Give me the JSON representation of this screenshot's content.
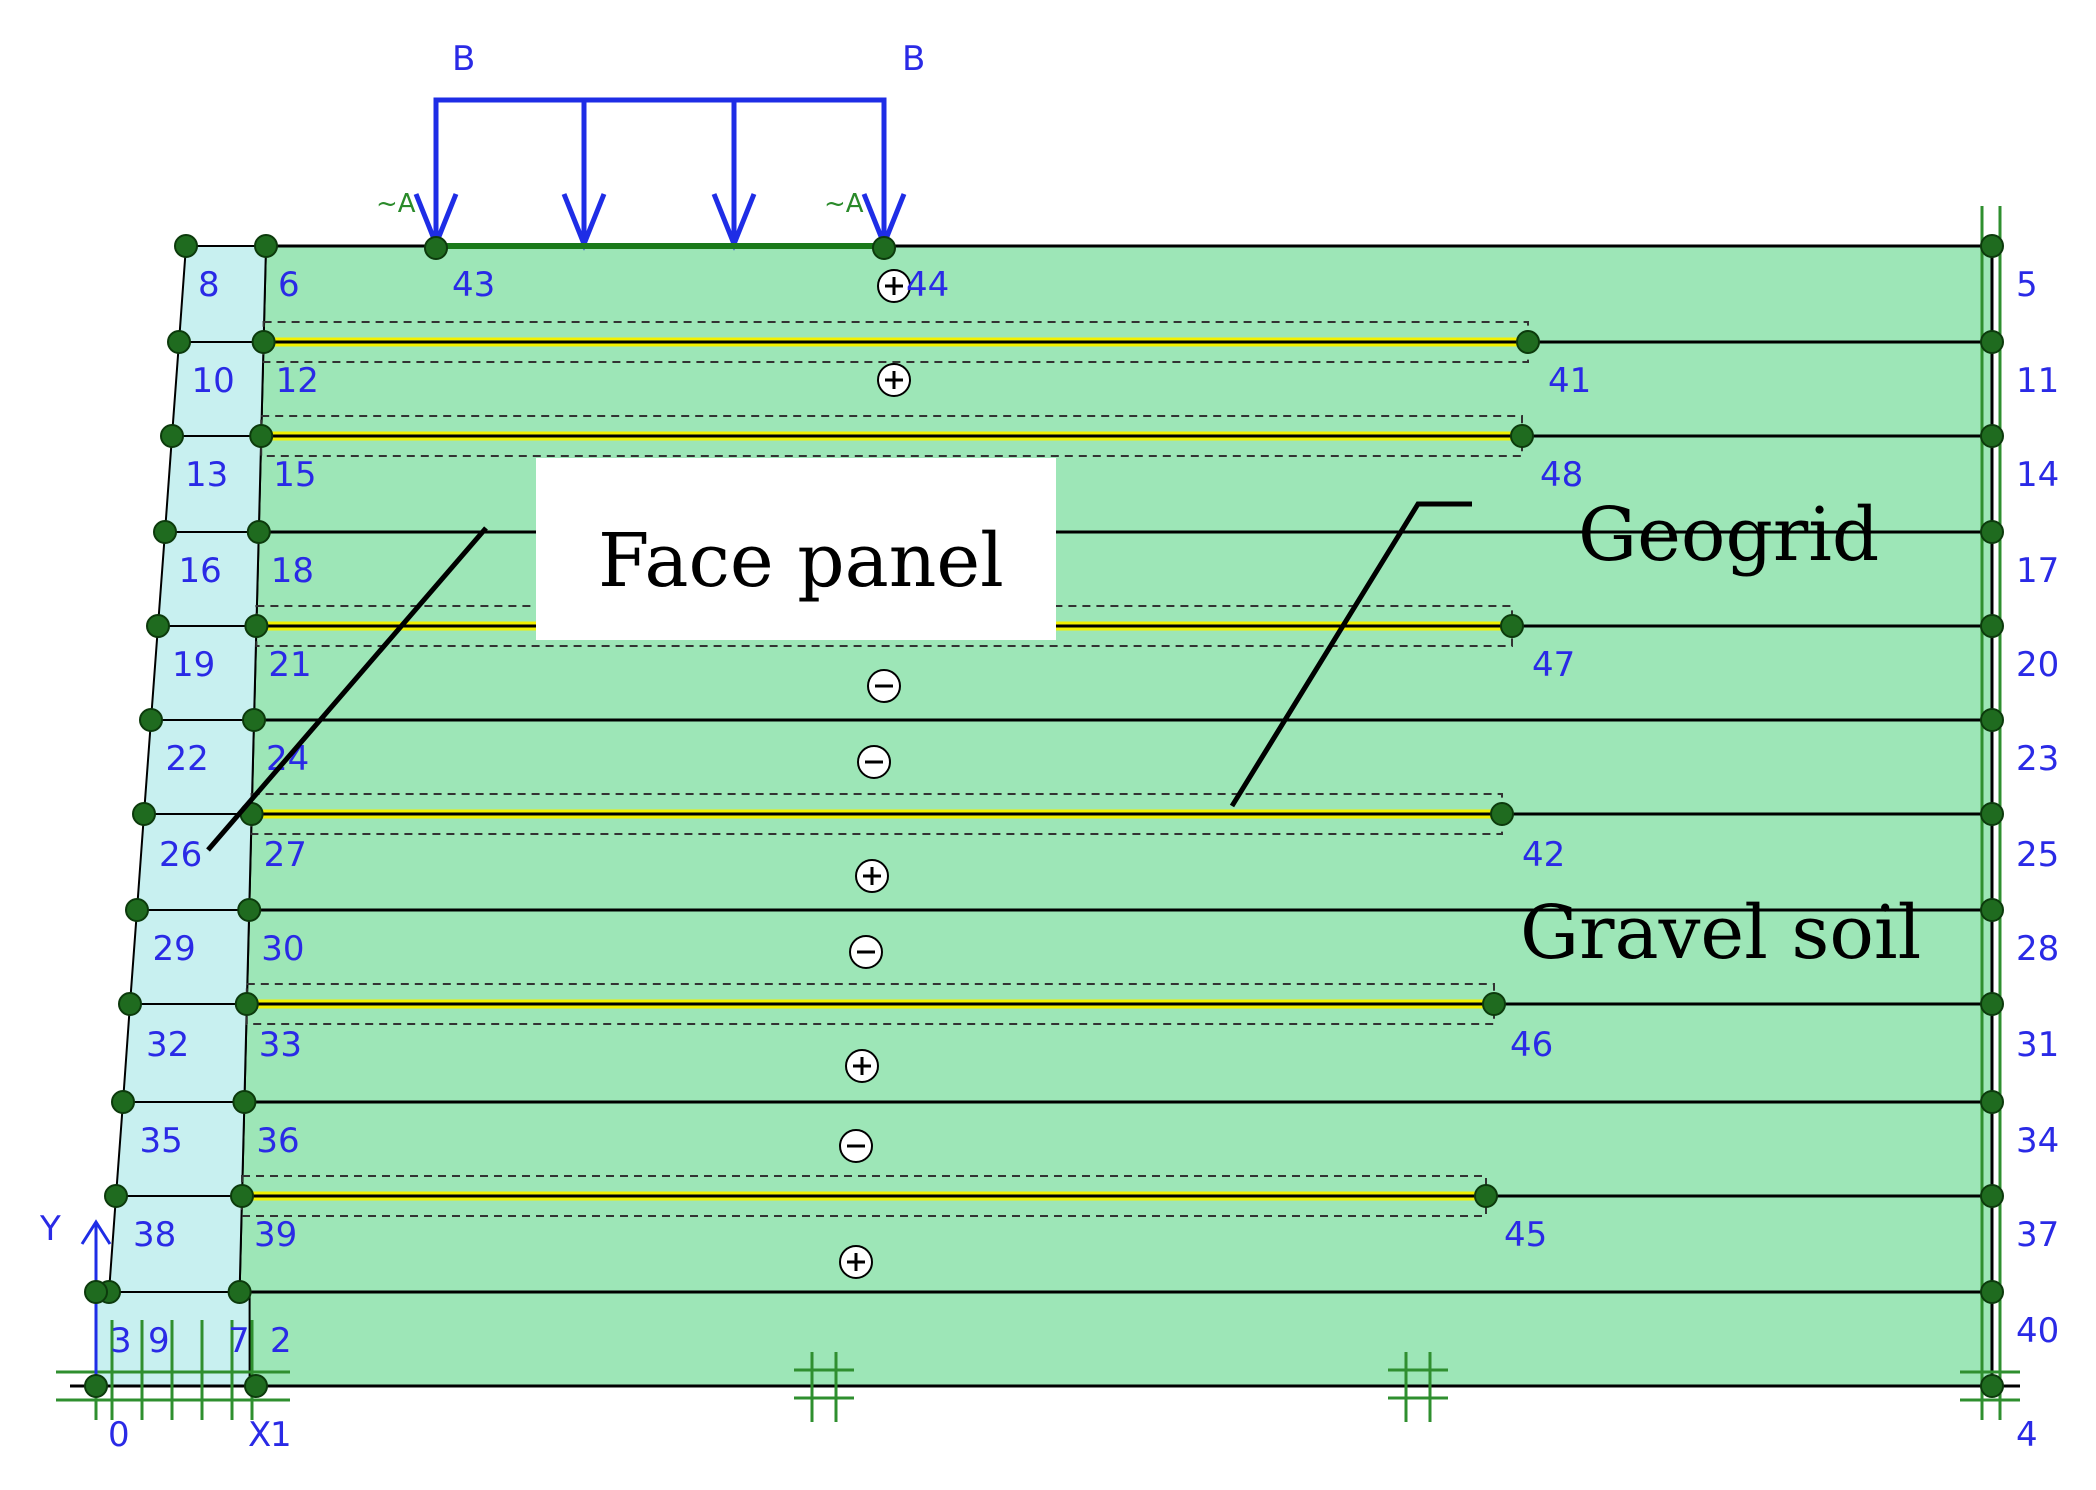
{
  "colors": {
    "soil": "#9de6b7",
    "panel": "#c8f0f0",
    "geogrid": "#f3f000",
    "node": "#1f6b1f",
    "load": "#1e2de6",
    "label": "#2a2ae6",
    "axis_lines": "#2f8f2f"
  },
  "load": {
    "label_left": "B",
    "label_right": "B",
    "marker_left": "~A",
    "marker_right": "~A"
  },
  "axes": {
    "y_label": "Y",
    "x_label": "X"
  },
  "annotations": {
    "face_panel": "Face panel",
    "geogrid": "Geogrid",
    "gravel_soil": "Gravel soil"
  },
  "panel_labels": [
    "8",
    "10",
    "13",
    "16",
    "19",
    "22",
    "26",
    "29",
    "32",
    "35",
    "38"
  ],
  "inner_labels": [
    "6",
    "12",
    "15",
    "18",
    "21",
    "24",
    "27",
    "30",
    "33",
    "36",
    "39"
  ],
  "right_labels": [
    "5",
    "11",
    "14",
    "17",
    "20",
    "23",
    "25",
    "28",
    "31",
    "34",
    "37",
    "40",
    "4"
  ],
  "grid_end_labels": [
    "41",
    "48",
    "47",
    "42",
    "46",
    "45"
  ],
  "load_node_labels": [
    "43",
    "44"
  ],
  "bottom_labels": [
    "3",
    "9",
    "7",
    "2",
    "0",
    "1"
  ],
  "cluster_signs": [
    "+",
    "+",
    "-",
    "-",
    "+",
    "-",
    "+",
    "-",
    "+"
  ]
}
